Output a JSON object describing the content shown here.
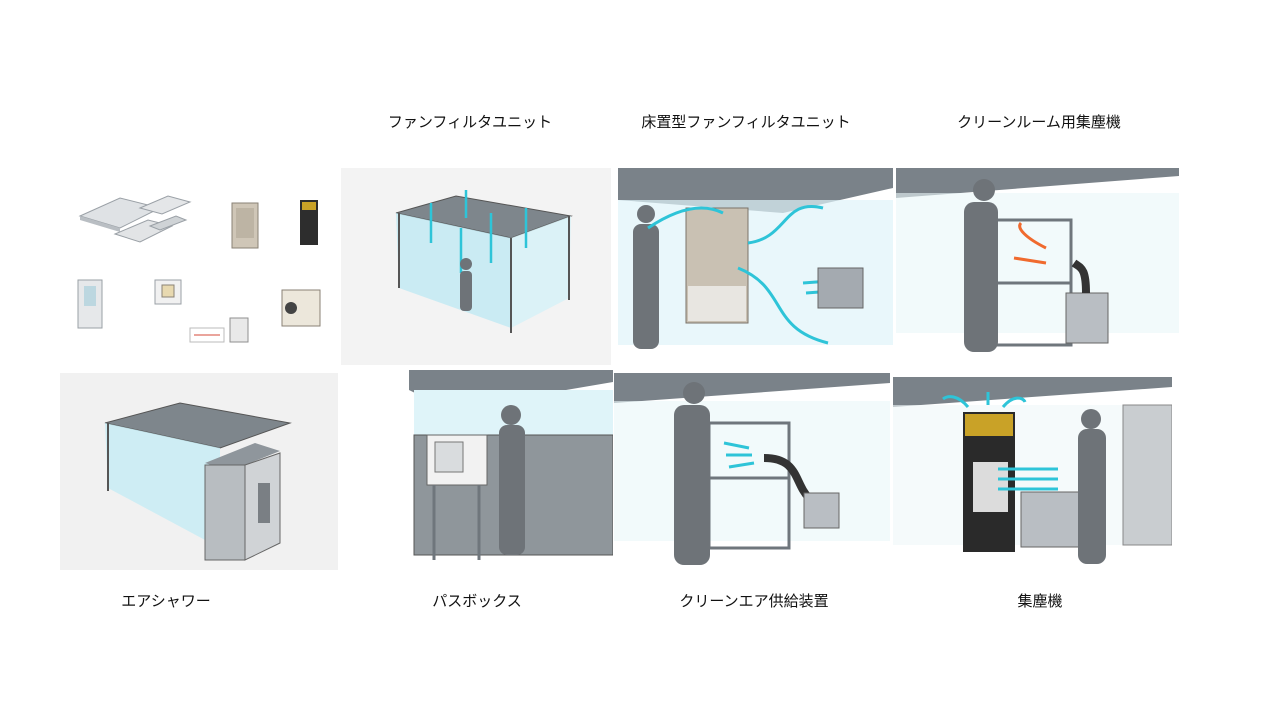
{
  "labels": {
    "fan_filter_unit": "ファンフィルタユニット",
    "floor_fan_filter_unit": "床置型ファンフィルタユニット",
    "cleanroom_dust_collector": "クリーンルーム用集塵機",
    "air_shower": "エアシャワー",
    "pass_box": "パスボックス",
    "clean_air_supply": "クリーンエア供給装置",
    "dust_collector": "集塵機"
  },
  "colors": {
    "airflow": "#2ec4d8",
    "exhaust_flow": "#f06a2e",
    "ceiling_grid": "#8a9299",
    "frame": "#6f767c",
    "glass": "#cfeef6"
  }
}
